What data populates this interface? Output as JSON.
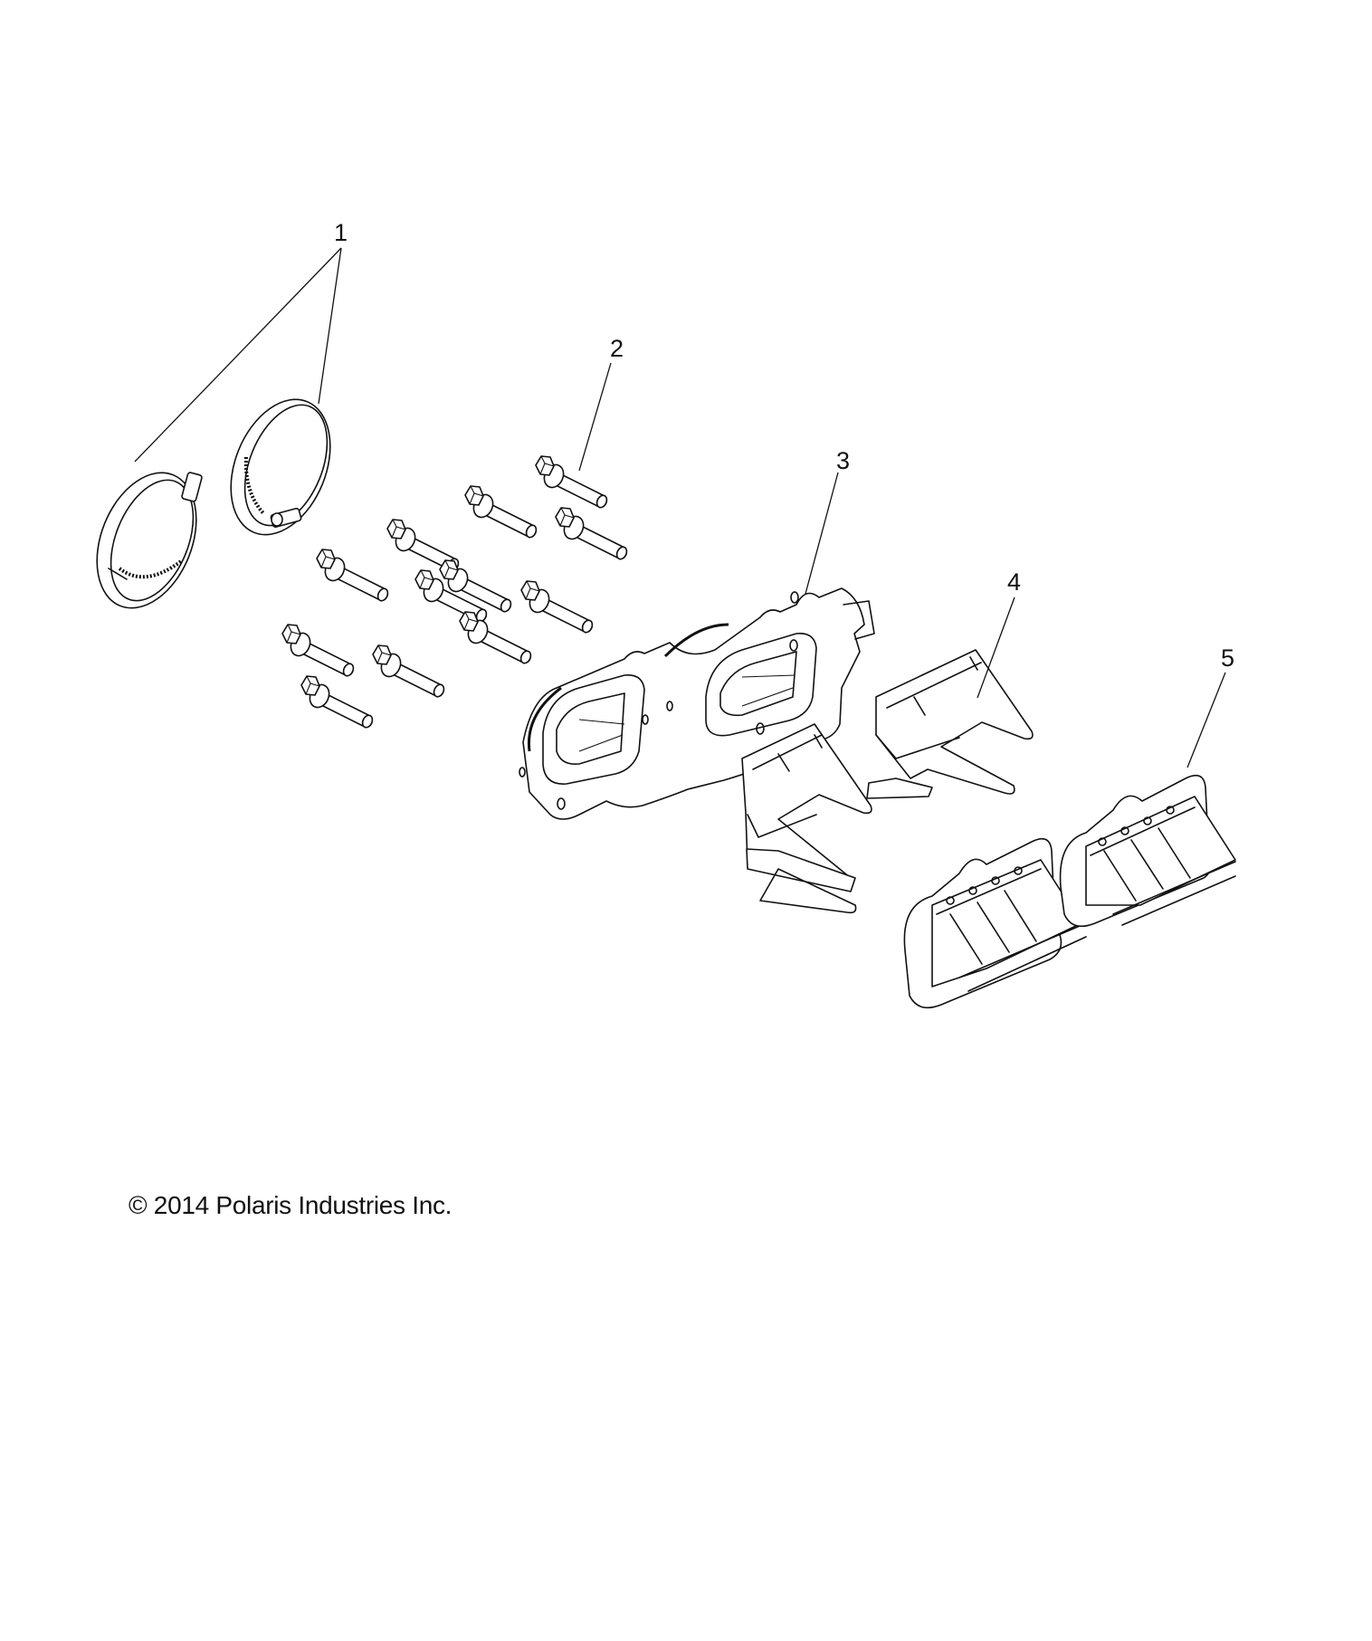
{
  "diagram": {
    "type": "exploded-parts-diagram",
    "callouts": [
      {
        "number": "1",
        "part": "hose-clamp",
        "count_shown": 2
      },
      {
        "number": "2",
        "part": "flange-bolt",
        "count_shown": 12
      },
      {
        "number": "3",
        "part": "intake-gasket-plate",
        "count_shown": 1
      },
      {
        "number": "4",
        "part": "reed-stopper-insert",
        "count_shown": 2
      },
      {
        "number": "5",
        "part": "reed-valve-cage",
        "count_shown": 2
      }
    ]
  },
  "footer": {
    "copyright": "© 2014 Polaris Industries Inc."
  }
}
